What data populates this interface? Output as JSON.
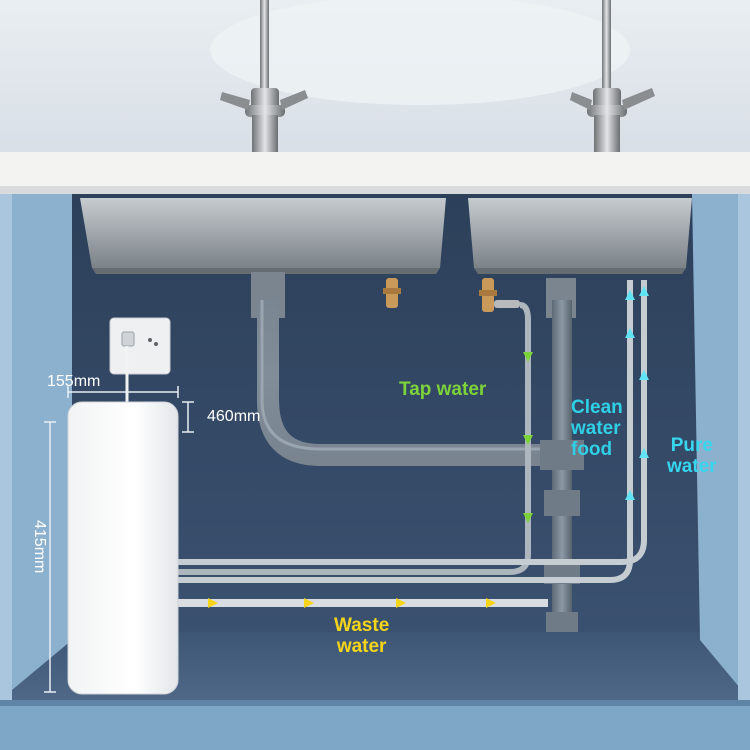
{
  "labels": {
    "tap_water": "Tap water",
    "clean_water_food": [
      "Clean",
      "water",
      "food"
    ],
    "pure_water": [
      "Pure",
      "water"
    ],
    "waste_water": [
      "Waste",
      "water"
    ]
  },
  "dimensions": {
    "width": "155mm",
    "gap": "460mm",
    "height": "415mm"
  },
  "colors": {
    "tap_water": "#7dd33a",
    "clean_water": "#2fd0e6",
    "pure_water": "#37d6ef",
    "waste_water": "#f4d51a",
    "cabinet_interior": "#344a66",
    "cabinet_side": "#8fb5d3",
    "countertop": "#f2f2f2",
    "pipe": "#6d7a86"
  }
}
